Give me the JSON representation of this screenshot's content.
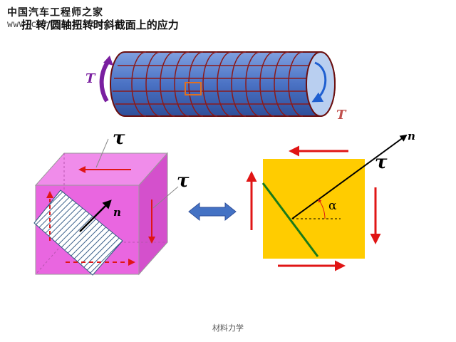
{
  "watermark": {
    "line1": "中国汽车工程师之家",
    "line2": "www.cartech8.com"
  },
  "title": "扭  转/圆轴扭转时斜截面上的应力",
  "labels": {
    "torque_left": "T",
    "torque_right": "T",
    "tau_cube_top": "τ",
    "tau_cube_right": "τ",
    "normal_cube": "n",
    "normal_square": "n",
    "tau_square": "τ",
    "alpha": "α"
  },
  "colors": {
    "cylinder": "#4a72c4",
    "grid_lines": "#8b1a1a",
    "cube_face": "#e966e0",
    "square_face": "#ffcc00",
    "arrows": "#e01515",
    "torque_left": "#7a1fa0",
    "torque_right": "#c0504d",
    "double_arrow": "#4472c4",
    "plane_line": "#1a7a1a"
  },
  "footer": "材料力学"
}
